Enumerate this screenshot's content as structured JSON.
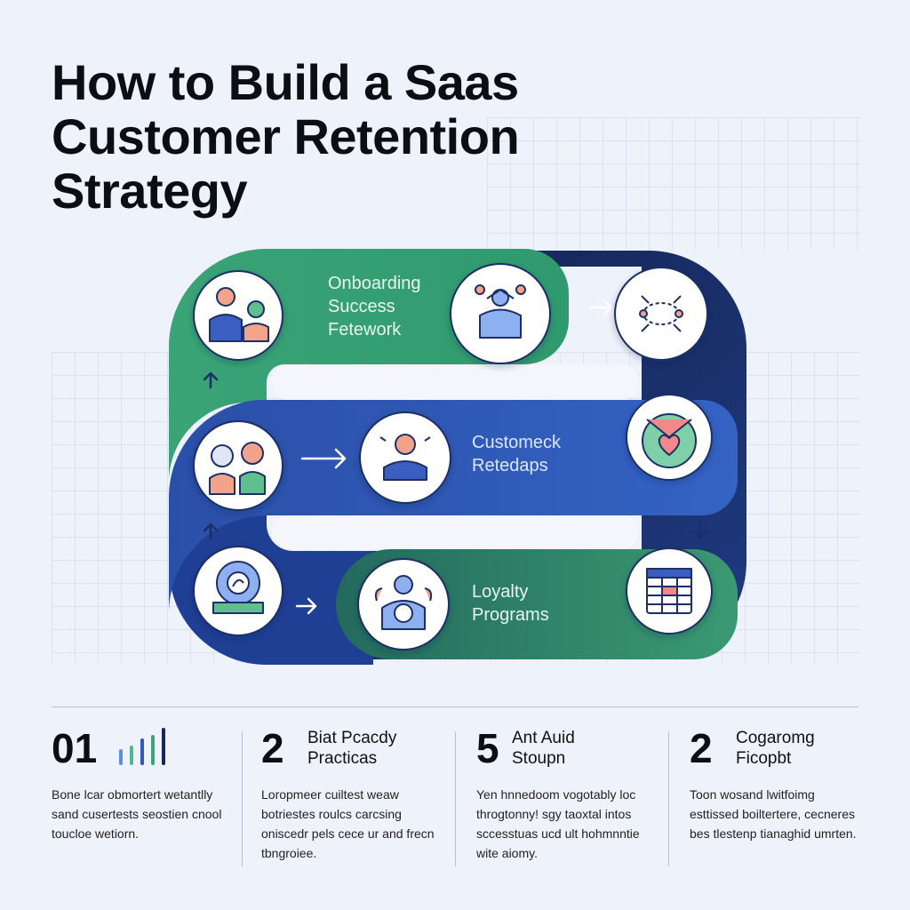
{
  "title": "How to Build a Saas Customer Retention Strategy",
  "colors": {
    "green": "#3aa477",
    "green_dark": "#2a7d5a",
    "blue": "#2f59b8",
    "navy": "#17285a",
    "background": "#eef2fb"
  },
  "flow": {
    "onboarding_label": "Onboarding\nSuccess\nFetework",
    "feedback_label": "Customeck\nRetedaps",
    "loyalty_label": "Loyalty\nPrograms",
    "icons": [
      "people-icon",
      "team-network-icon",
      "network-arrows-icon",
      "chat-people-icon",
      "customer-support-icon",
      "heart-shield-icon",
      "gauge-money-icon",
      "loyalty-hands-icon",
      "dashboard-table-icon"
    ]
  },
  "stats": [
    {
      "number": "01",
      "heading": "",
      "description": "Bone lcar obmortert wetantlly sand cusertests seostien cnool toucloe wetiorn."
    },
    {
      "number": "2",
      "heading": "Biat Pcacdy\nPracticas",
      "description": "Loropmeer cuiltest weaw botriestes roulcs carcsing oniscedr pels cece ur and frecn tbngroiee."
    },
    {
      "number": "5",
      "heading": "Ant Auid\nStoupn",
      "description": "Yen hnnedoom vogotably loc throgtonny! sgy taoxtal intos sccesstuas ucd ult hohmnntie wite aiomy."
    },
    {
      "number": "2",
      "heading": "Cogaromg\nFicopbt",
      "description": "Toon wosand lwitfoimg esttissed boiltertere, cecneres bes tlestenp tianaghid umrten."
    }
  ]
}
